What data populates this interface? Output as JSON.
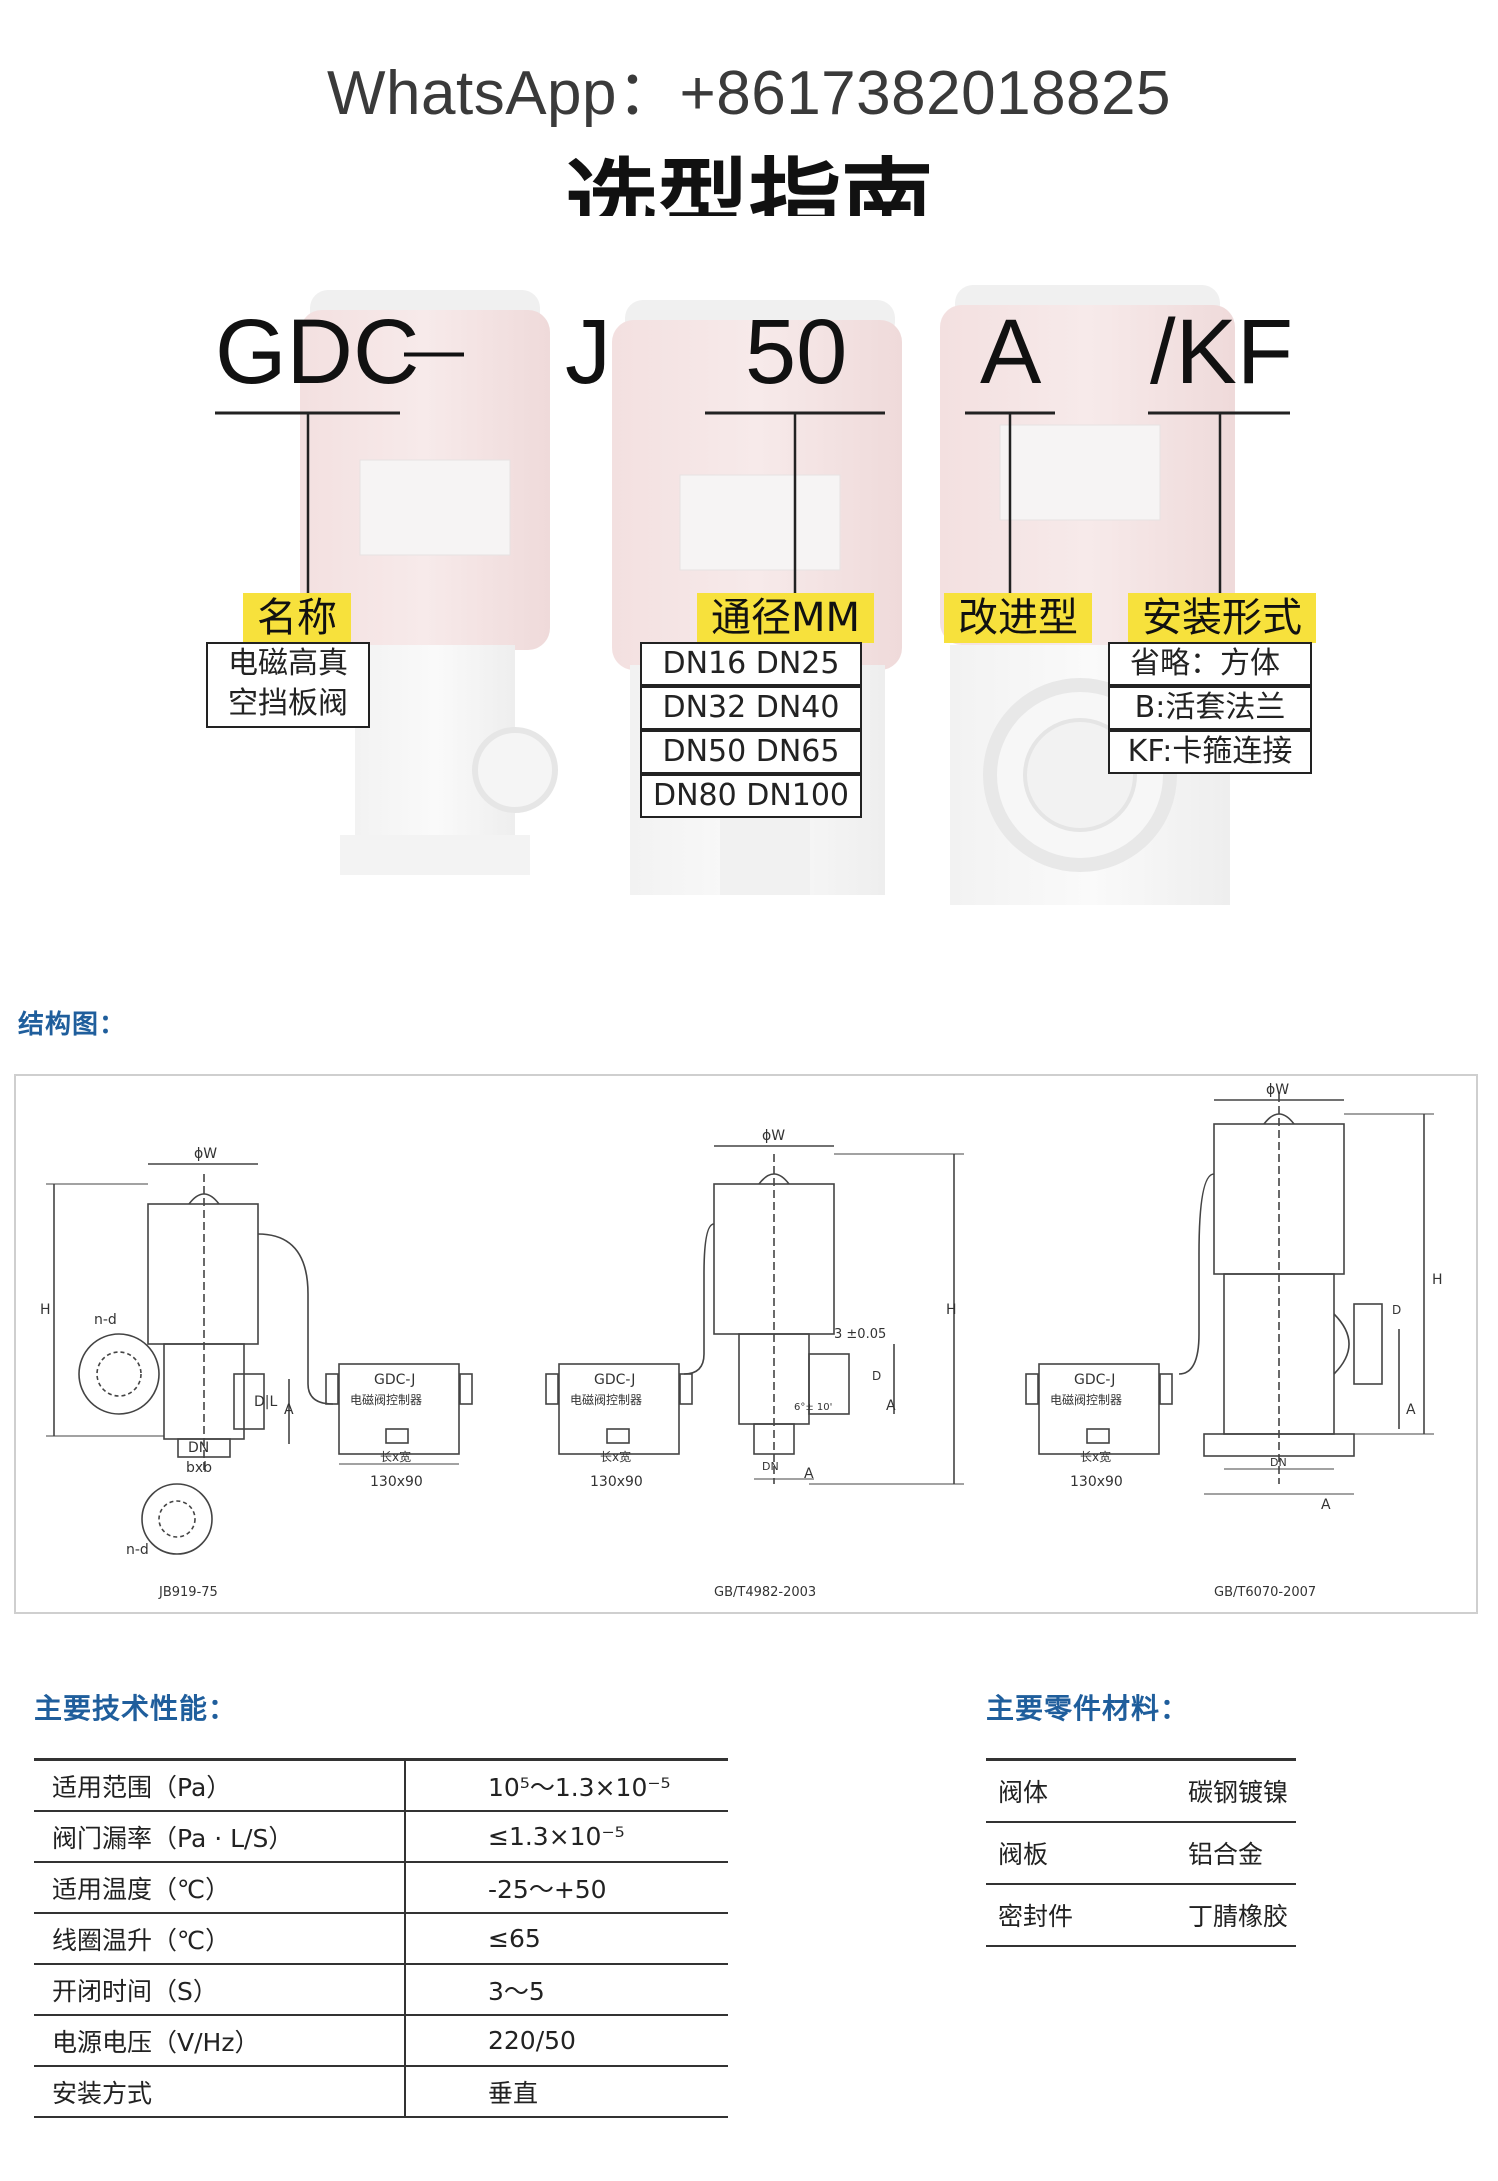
{
  "header": {
    "whatsapp": "WhatsApp：+8617382018825",
    "selection_title": "选型指南"
  },
  "model_code": {
    "parts": [
      "GDC",
      "—",
      "J",
      "50",
      "A",
      "/KF"
    ],
    "groups": [
      {
        "label": "名称",
        "items": [
          "电磁高真",
          "空挡板阀"
        ]
      },
      {
        "label": "通径MM",
        "items": [
          "DN16 DN25",
          "DN32 DN40",
          "DN50 DN65",
          "DN80 DN100"
        ]
      },
      {
        "label": "改进型",
        "items": []
      },
      {
        "label": "安装形式",
        "items": [
          "省略：方体",
          "B:活套法兰",
          "KF:卡箍连接"
        ]
      }
    ]
  },
  "structure": {
    "title": "结构图：",
    "standards": [
      "JB919-75",
      "GB/T4982-2003",
      "GB/T6070-2007"
    ],
    "controller_label": "GDC-J",
    "controller_sub": "电磁阀控制器",
    "controller_size_label": "长x宽",
    "controller_size": "130x90",
    "dims": {
      "w": "ϕW",
      "h": "H",
      "a": "A",
      "dn": "DN",
      "bxb": "bxb",
      "nd": "n-d",
      "dl": "D|L",
      "d": "D",
      "tol": "3 ±0.05",
      "angle": "6°± 10'"
    }
  },
  "specs": {
    "title": "主要技术性能：",
    "rows": [
      {
        "label": "适用范围（Pa）",
        "value": "10⁵～1.3×10⁻⁵"
      },
      {
        "label": "阀门漏率（Pa · L/S）",
        "value": "≤1.3×10⁻⁵"
      },
      {
        "label": "适用温度（℃）",
        "value": "-25～+50"
      },
      {
        "label": "线圈温升（℃）",
        "value": "≤65"
      },
      {
        "label": "开闭时间（S）",
        "value": "3～5"
      },
      {
        "label": "电源电压（V/Hz）",
        "value": "220/50"
      },
      {
        "label": "安装方式",
        "value": "垂直"
      }
    ]
  },
  "materials": {
    "title": "主要零件材料：",
    "rows": [
      {
        "part": "阀体",
        "material": "碳钢镀镍"
      },
      {
        "part": "阀板",
        "material": "铝合金"
      },
      {
        "part": "密封件",
        "material": "丁腈橡胶"
      }
    ]
  }
}
